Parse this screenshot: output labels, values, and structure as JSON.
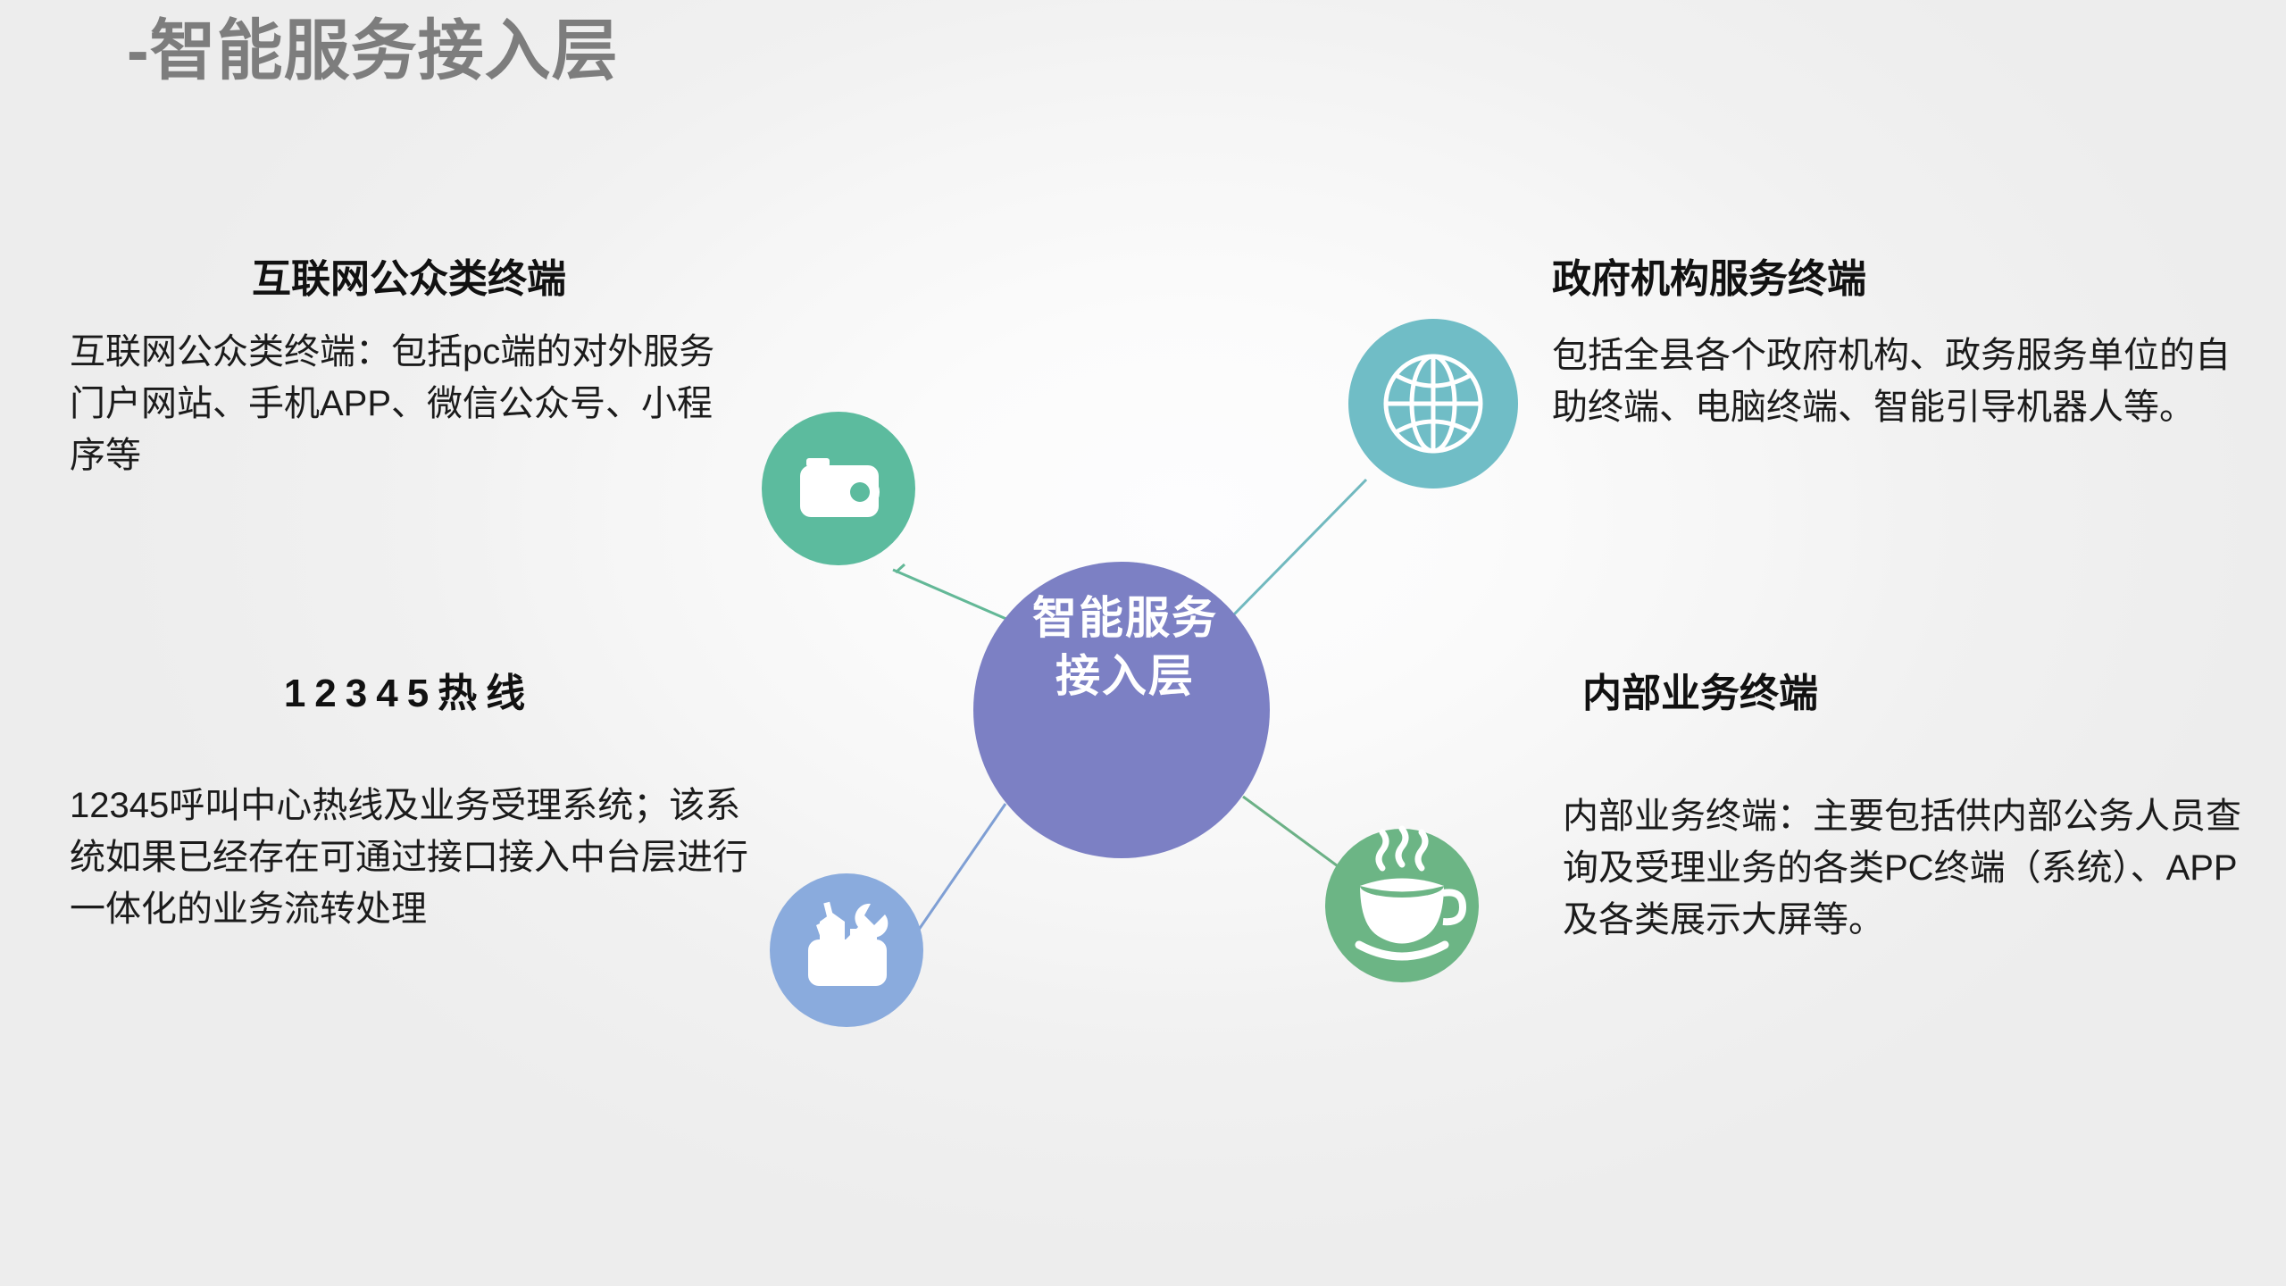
{
  "slide": {
    "title": "-智能服务接入层",
    "title_color": "#7d7d7d",
    "background_color": "#ededed"
  },
  "center_node": {
    "name": "智能服务接入层",
    "line1": "智能服务",
    "line2": "接入层",
    "color": "#7c80c4",
    "text_color": "#ffffff"
  },
  "nodes": [
    {
      "id": "camera",
      "icon": "camera-icon",
      "color": "#5cbb9e",
      "connector_color": "#63b897"
    },
    {
      "id": "globe",
      "icon": "globe-icon",
      "color": "#70bdc6",
      "connector_color": "#71b9bf"
    },
    {
      "id": "coffee",
      "icon": "coffee-cup-icon",
      "color": "#6cb585",
      "connector_color": "#6cb186"
    },
    {
      "id": "toolbox",
      "icon": "toolbox-icon",
      "color": "#8aabdd",
      "connector_color": "#7f9fd4"
    }
  ],
  "blocks": {
    "internet": {
      "heading": "互联网公众类终端",
      "body": "互联网公众类终端：包括pc端的对外服务门户网站、手机APP、微信公众号、小程序等"
    },
    "hotline": {
      "heading": "12345热线",
      "body": "12345呼叫中心热线及业务受理系统；该系统如果已经存在可通过接口接入中台层进行一体化的业务流转处理"
    },
    "government": {
      "heading": "政府机构服务终端",
      "body": "包括全县各个政府机构、政务服务单位的自助终端、电脑终端、智能引导机器人等。"
    },
    "internal": {
      "heading": "内部业务终端",
      "body": "内部业务终端：主要包括供内部公务人员查询及受理业务的各类PC终端（系统）、APP及各类展示大屏等。"
    }
  }
}
